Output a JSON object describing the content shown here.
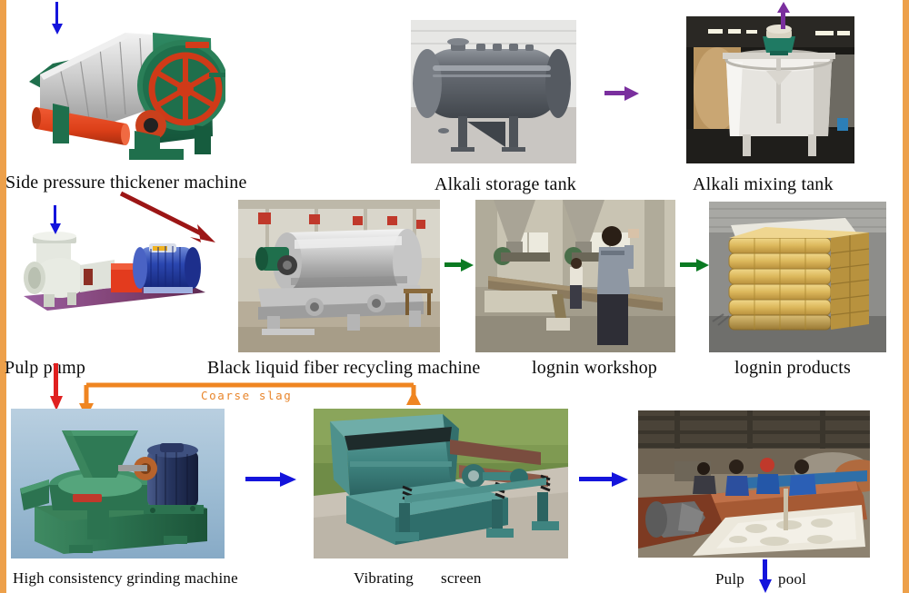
{
  "diagram": {
    "title": "Paper pulp production process flow",
    "frame_color": "#eda04a",
    "background": "#ffffff"
  },
  "captions": {
    "side_pressure_thickener": "Side pressure thickener machine",
    "alkali_storage_tank": "Alkali storage tank",
    "alkali_mixing_tank": "Alkali mixing tank",
    "pulp_pump": "Pulp pump",
    "black_liquid_fiber_recycling": "Black liquid fiber recycling machine",
    "lognin_workshop": "lognin workshop",
    "lognin_products": "lognin products",
    "high_consistency_grinding": "High consistency grinding machine",
    "vibrating": "Vibrating",
    "screen": "screen",
    "pulp": "Pulp",
    "pool": "pool",
    "coarse_slag": "Coarse slag"
  },
  "arrows": [
    {
      "name": "blue-down-into-thickener",
      "color": "#1414dc",
      "direction": "down"
    },
    {
      "name": "purple-right-storage-to-mixing",
      "color": "#7a2f9e",
      "direction": "right"
    },
    {
      "name": "purple-up-from-mixing-tank",
      "color": "#7a2f9e",
      "direction": "up"
    },
    {
      "name": "blue-down-into-pulp-pump",
      "color": "#1414dc",
      "direction": "down"
    },
    {
      "name": "darkred-diagonal-thickener-to-pump",
      "color": "#9c1616",
      "direction": "down-right"
    },
    {
      "name": "green-right-recycling-to-workshop",
      "color": "#0a7a22",
      "direction": "right"
    },
    {
      "name": "green-right-workshop-to-products",
      "color": "#0a7a22",
      "direction": "right"
    },
    {
      "name": "red-down-pulp-pump-to-grinder",
      "color": "#e02020",
      "direction": "down"
    },
    {
      "name": "orange-coarse-slag-return",
      "color": "#ef8521",
      "direction": "loop-left"
    },
    {
      "name": "blue-right-grinder-to-screen",
      "color": "#1414dc",
      "direction": "right"
    },
    {
      "name": "blue-right-screen-to-pool",
      "color": "#1414dc",
      "direction": "right"
    },
    {
      "name": "blue-down-pulp-pool-out",
      "color": "#1414dc",
      "direction": "down"
    }
  ],
  "colors": {
    "blue_arrow": "#1414dc",
    "purple_arrow": "#7a2f9e",
    "green_arrow": "#0a7a22",
    "red_arrow": "#e02020",
    "dark_red_arrow": "#9c1616",
    "orange_line": "#ef8521",
    "frame": "#eda04a"
  },
  "photos": {
    "side_pressure_thickener": {
      "alt": "green and red rotary drum thickener machine"
    },
    "alkali_storage_tank": {
      "alt": "grey horizontal cylindrical pressure tank on legs"
    },
    "alkali_mixing_tank": {
      "alt": "large white vertical mixing tank with top agitator in a workshop"
    },
    "pulp_pump": {
      "alt": "centrifugal pulp pump with blue electric motor on a base"
    },
    "black_liquid_fiber_recycling": {
      "alt": "stainless steel horizontal drum fiber recycling machine in a factory"
    },
    "lognin_workshop": {
      "alt": "factory workshop with hoppers, piping and two workers"
    },
    "lognin_products": {
      "alt": "stacked yellow woven bags of lignin product"
    },
    "high_consistency_grinding": {
      "alt": "green high consistency grinding machine with hopper and blue motor"
    },
    "vibrating_screen": {
      "alt": "teal vibrating screen with spring mounts on grass"
    },
    "pulp_pool": {
      "alt": "indoor pulp pool with workers and white pulp"
    }
  }
}
